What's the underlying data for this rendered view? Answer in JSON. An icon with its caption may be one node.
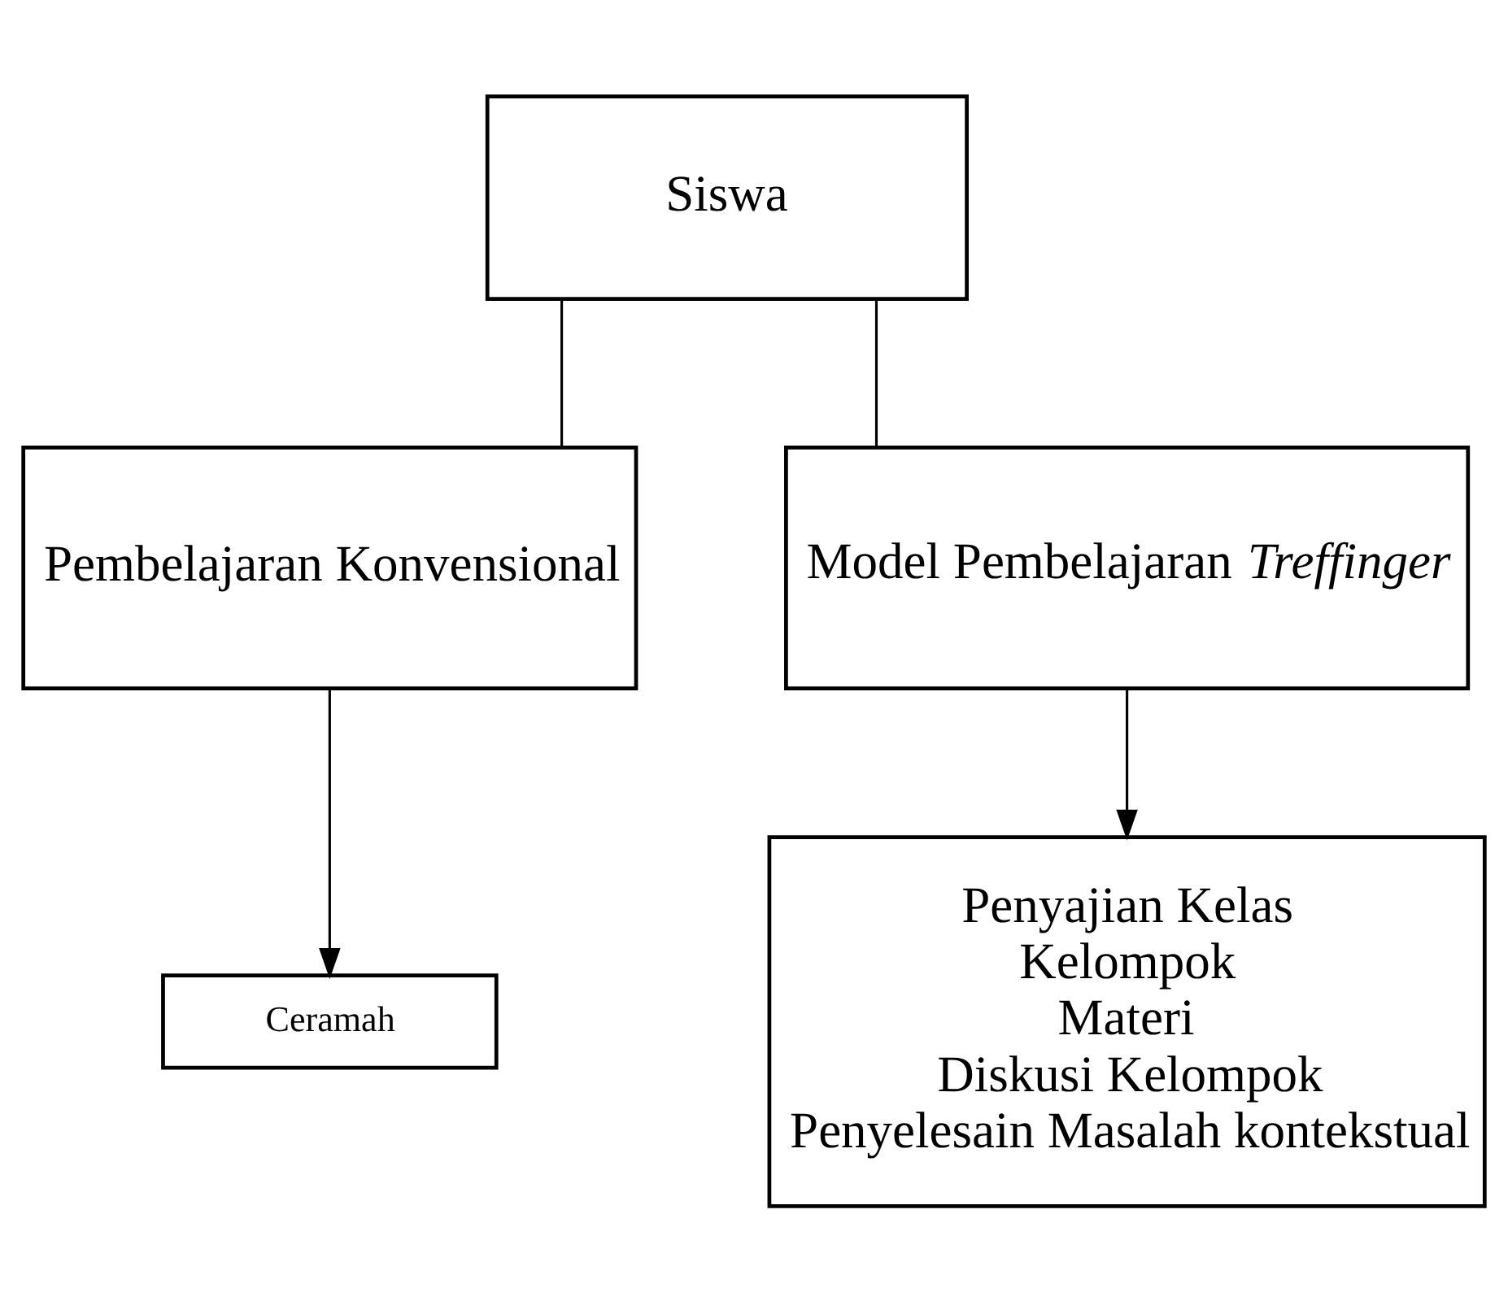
{
  "diagram": {
    "nodes": [
      {
        "text": [
          "Siswa"
        ]
      },
      {
        "text": [
          "Pembelajaran Konvensional"
        ]
      },
      {
        "text": [
          "Model Pembelajaran *Treffinger*"
        ]
      },
      {
        "text": [
          "Ceramah"
        ]
      },
      {
        "text": [
          "Penyajian Kelas",
          "Kelompok",
          "Materi",
          "Diskusi Kelompok",
          "Penyelesain Masalah kontekstual"
        ]
      }
    ],
    "edges": [
      {
        "from": 0,
        "to": 1,
        "arrow": "none"
      },
      {
        "from": 0,
        "to": 2,
        "arrow": "none"
      },
      {
        "from": 1,
        "to": 3,
        "arrow": "to"
      },
      {
        "from": 2,
        "to": 4,
        "arrow": "to"
      }
    ]
  }
}
